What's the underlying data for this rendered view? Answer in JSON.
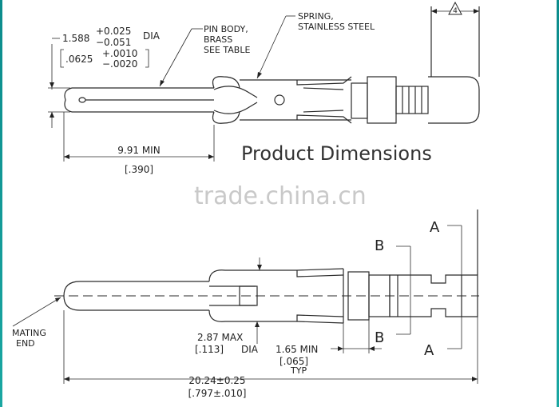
{
  "title": "Product Dimensions",
  "watermark": "trade.china.cn",
  "top_view": {
    "pin_diameter": {
      "nominal": "1.588",
      "tol_plus": "+0.025",
      "tol_minus": "−0.051",
      "unit": "DIA",
      "inch_nominal": ".0625",
      "inch_tol_plus": "+.0010",
      "inch_tol_minus": "−.0020"
    },
    "pin_body_note": [
      "PIN BODY,",
      "BRASS",
      "SEE TABLE"
    ],
    "spring_note": [
      "SPRING,",
      "STAINLESS STEEL"
    ],
    "flag_number": "4",
    "min_length": {
      "mm": "9.91 MIN",
      "inch": "[.390]"
    }
  },
  "side_view": {
    "mating_end": [
      "MATING",
      "END"
    ],
    "max_dia": {
      "mm": "2.87 MAX",
      "inch": "[.113]",
      "unit": "DIA"
    },
    "typ_min": {
      "mm": "1.65 MIN",
      "inch": "[.065]",
      "note": "TYP"
    },
    "overall_length": {
      "mm": "20.24±0.25",
      "inch": "[.797±.010]"
    },
    "section_a": "A",
    "section_b": "B"
  }
}
